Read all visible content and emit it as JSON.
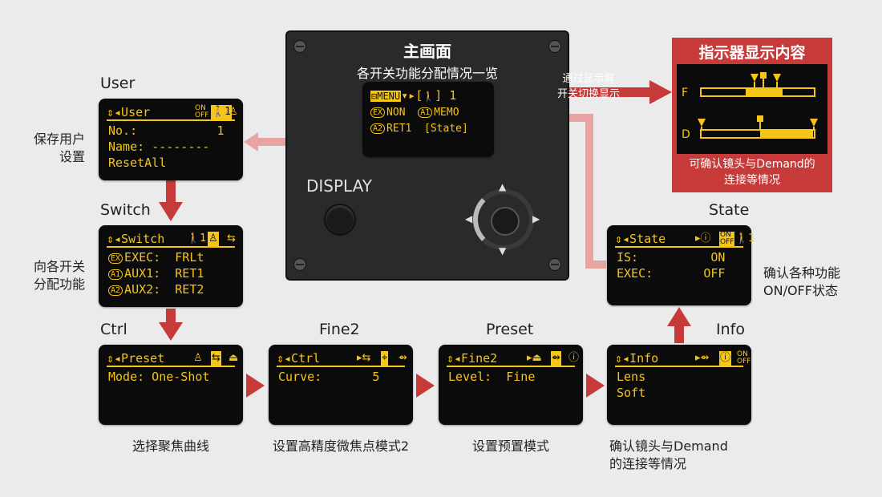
{
  "device": {
    "title": "主画面",
    "subtitle": "各开关功能分配情况一览",
    "screen_rows": [
      "MENU▾▸[🯅] 1",
      "NON  MEMO",
      "RET1 [State]"
    ],
    "menu_label": "MENU",
    "ex_tag": "EX",
    "a1_tag": "A1",
    "a2_tag": "A2",
    "row1_value": "1",
    "row2_left": "NON",
    "row2_right": "MEMO",
    "row3_left": "RET1",
    "row3_right": "[State]",
    "display_label": "DISPLAY"
  },
  "toggle_note": [
    "通过显示屏",
    "开关切换显示"
  ],
  "indicator": {
    "title": "指示器显示内容",
    "f_label": "F",
    "d_label": "D",
    "caption": [
      "可确认镜头与Demand的",
      "连接等情况"
    ]
  },
  "screens": {
    "user": {
      "name": "User",
      "header": "⇕◂User",
      "rows": [
        "No.:           1",
        "Name: --------",
        "ResetAll"
      ],
      "caption": [
        "保存用户",
        "设置"
      ]
    },
    "switch": {
      "name": "Switch",
      "header": "⇕◂Switch",
      "rows": [
        "EXEC:  FRLt",
        "AUX1:  RET1",
        "AUX2:  RET2"
      ],
      "tags": [
        "EX",
        "A1",
        "A2"
      ],
      "caption": [
        "向各开关",
        "分配功能"
      ]
    },
    "ctrl": {
      "name": "Ctrl",
      "header": "⇕◂Preset",
      "rows": [
        "Mode: One-Shot"
      ],
      "caption": "选择聚焦曲线"
    },
    "fine2": {
      "name": "Fine2",
      "header": "⇕◂Ctrl",
      "rows": [
        "Curve:       5"
      ],
      "caption": "设置高精度微焦点模式2"
    },
    "preset": {
      "name": "Preset",
      "header": "⇕◂Fine2",
      "rows": [
        "Level:  Fine"
      ],
      "caption": "设置预置模式"
    },
    "info": {
      "name": "Info",
      "header": "⇕◂Info",
      "rows": [
        "Lens",
        "Soft"
      ],
      "caption": [
        "确认镜头与Demand",
        "的连接等情况"
      ]
    },
    "state": {
      "name": "State",
      "header": "⇕◂State",
      "rows": [
        "IS:          ON",
        "EXEC:       OFF"
      ],
      "caption": [
        "确认各种功能",
        "ON/OFF状态"
      ]
    }
  },
  "colors": {
    "screen_text": "#f5c518",
    "arrow": "#c73a3a",
    "arrow_light": "#e8a3a3",
    "indicator_bg": "#c73a3a"
  }
}
